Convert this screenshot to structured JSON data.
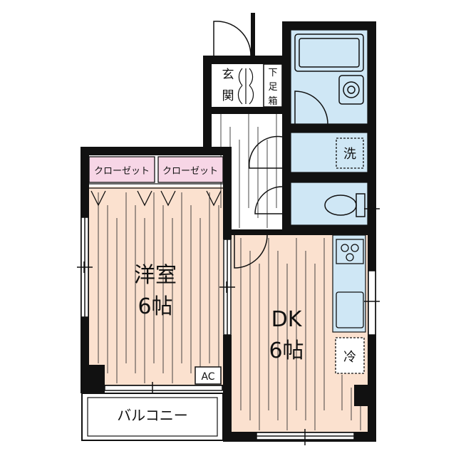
{
  "labels": {
    "entrance": "玄関",
    "shoe_box": "下足箱",
    "closet_1": "クローゼット",
    "closet_2": "クローゼット",
    "western_room": "洋室",
    "western_room_size": "6帖",
    "dk": "DK",
    "dk_size": "6帖",
    "washer": "洗",
    "fridge": "冷",
    "ac": "AC",
    "balcony": "バルコニー"
  },
  "colors": {
    "wall": "#111111",
    "floor": "#fbe1cf",
    "wet_area": "#cfe7f5",
    "closet": "#f7d6e6",
    "floor_line": "#333333",
    "background": "#ffffff"
  }
}
